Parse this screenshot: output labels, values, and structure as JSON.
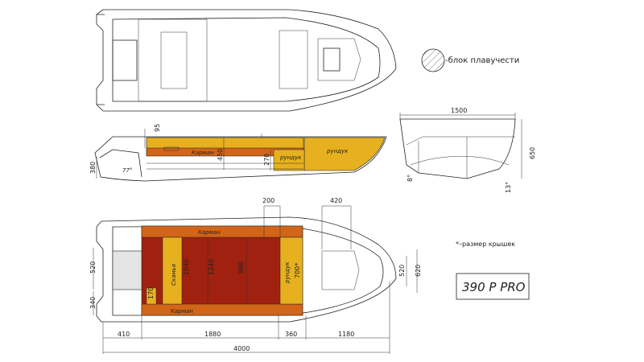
{
  "colors": {
    "dark_red": "#a0210f",
    "orange": "#d26517",
    "yellow": "#e6b01e",
    "hull_fill": "#e4e4e4",
    "line": "#222222"
  },
  "legend": {
    "text": "-блок плавучести",
    "icon": "hatch-circle-icon"
  },
  "side_view": {
    "karman": "Карман",
    "rundk": "рундук",
    "rundk2": "рундук",
    "dims": {
      "d95": "95",
      "d450": "450",
      "d270": "270",
      "d380": "380",
      "angle": "77°"
    }
  },
  "front_view": {
    "d1500": "1500",
    "d650": "650",
    "a8": "8°",
    "a13": "13°"
  },
  "plan_view": {
    "karman_top": "Карман",
    "karman_bottom": "Карман",
    "skamya": "Скамья",
    "rundk": "рундук",
    "dims": {
      "d200": "200",
      "d420": "420",
      "d520": "520",
      "d340": "340",
      "d520r": "520",
      "d620": "620",
      "d1040": "1040",
      "d1240": "1240",
      "d980": "980",
      "d700": "700*",
      "d170": "170",
      "d410": "410",
      "d1880": "1880",
      "d360": "360",
      "d1180": "1180",
      "d4000": "4000"
    }
  },
  "note": "*–размер крышек",
  "model": "390 P PRO"
}
